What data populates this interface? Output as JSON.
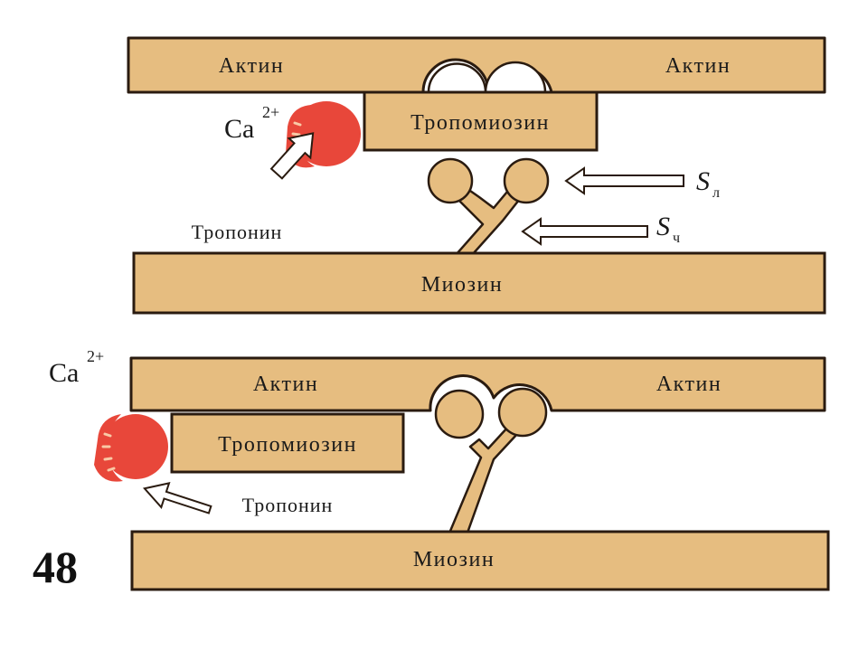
{
  "colors": {
    "filament_fill": "#e6bd80",
    "outline": "#2a1b10",
    "troponin": "#e8473a",
    "troponin_highlight": "#f9c9a6",
    "background": "#ffffff"
  },
  "figure_number": "48",
  "top_panel": {
    "actin_left": "Актин",
    "actin_right": "Актин",
    "tropomyosin": "Тропомиозин",
    "myosin": "Миозин",
    "troponin": "Тропонин",
    "calcium": "Ca",
    "calcium_charge": "2+",
    "s1_symbol": "S",
    "s1_sub": "л",
    "s2_symbol": "S",
    "s2_sub": "ч"
  },
  "bottom_panel": {
    "actin_left": "Актин",
    "actin_right": "Актин",
    "tropomyosin": "Тропомиозин",
    "myosin": "Миозин",
    "troponin": "Тропонин",
    "calcium": "Ca",
    "calcium_charge": "2+"
  }
}
